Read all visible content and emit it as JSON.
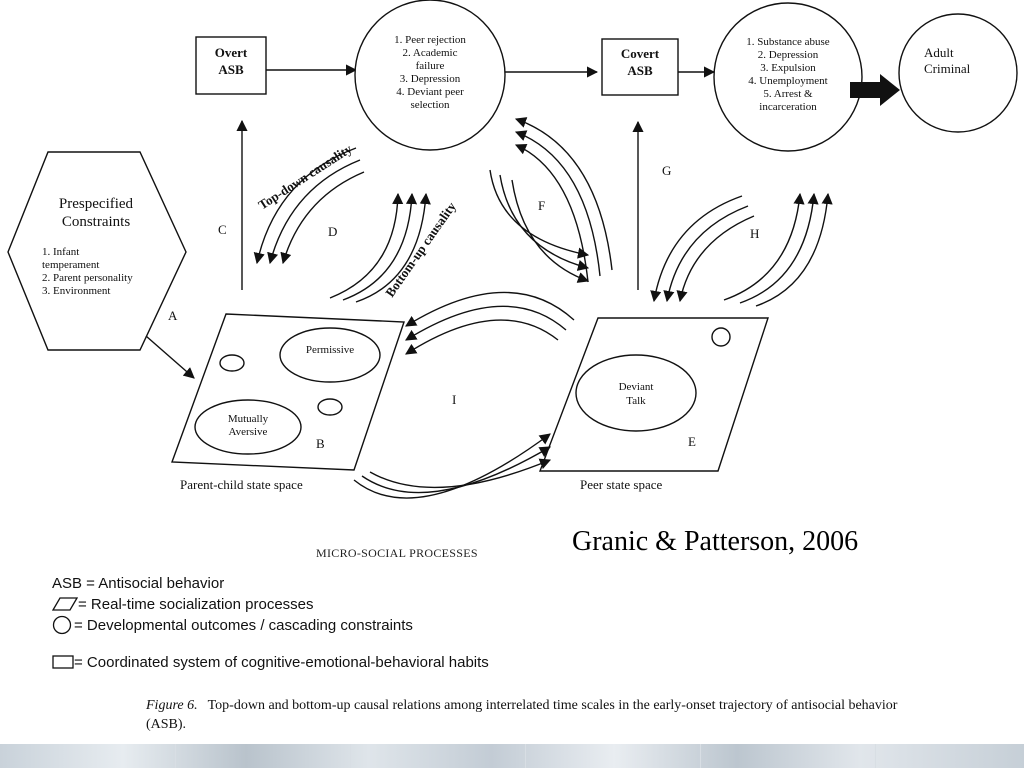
{
  "diagram": {
    "overt_box": {
      "line1": "Overt",
      "line2": "ASB"
    },
    "outcomes_left": [
      "1. Peer rejection",
      "2. Academic",
      "failure",
      "3. Depression",
      "4. Deviant peer",
      "selection"
    ],
    "covert_box": {
      "line1": "Covert",
      "line2": "ASB"
    },
    "outcomes_right": [
      "1. Substance abuse",
      "2. Depression",
      "3. Expulsion",
      "4. Unemployment",
      "5. Arrest &",
      "incarceration"
    ],
    "adult_criminal": [
      "Adult",
      "Criminal"
    ],
    "constraints": {
      "title_line1": "Prespecified",
      "title_line2": "Constraints",
      "items": [
        "1. Infant",
        "temperament",
        "2. Parent personality",
        "3. Environment"
      ]
    },
    "labels": {
      "A": "A",
      "B": "B",
      "C": "C",
      "D": "D",
      "E": "E",
      "F": "F",
      "G": "G",
      "H": "H",
      "I": "I"
    },
    "top_down": "Top-down causality",
    "bottom_up": "Bottom-up causality",
    "parent_space": {
      "permissive": "Permissive",
      "mutually": "Mutually",
      "aversive": "Aversive",
      "label": "Parent-child state space"
    },
    "peer_space": {
      "deviant": "Deviant",
      "talk": "Talk",
      "label": "Peer state space"
    }
  },
  "credit": "Granic & Patterson, 2006",
  "section_title": "MICRO-SOCIAL PROCESSES",
  "legend": {
    "asb": "ASB = Antisocial behavior",
    "parallelogram": "= Real-time socialization processes",
    "circle": " = Developmental outcomes / cascading constraints",
    "rect": " = Coordinated system of cognitive-emotional-behavioral habits"
  },
  "caption": {
    "fig_label": "Figure 6.",
    "text": "Top-down and bottom-up causal relations among interrelated time scales in the early-onset trajectory of antisocial behavior (ASB)."
  }
}
